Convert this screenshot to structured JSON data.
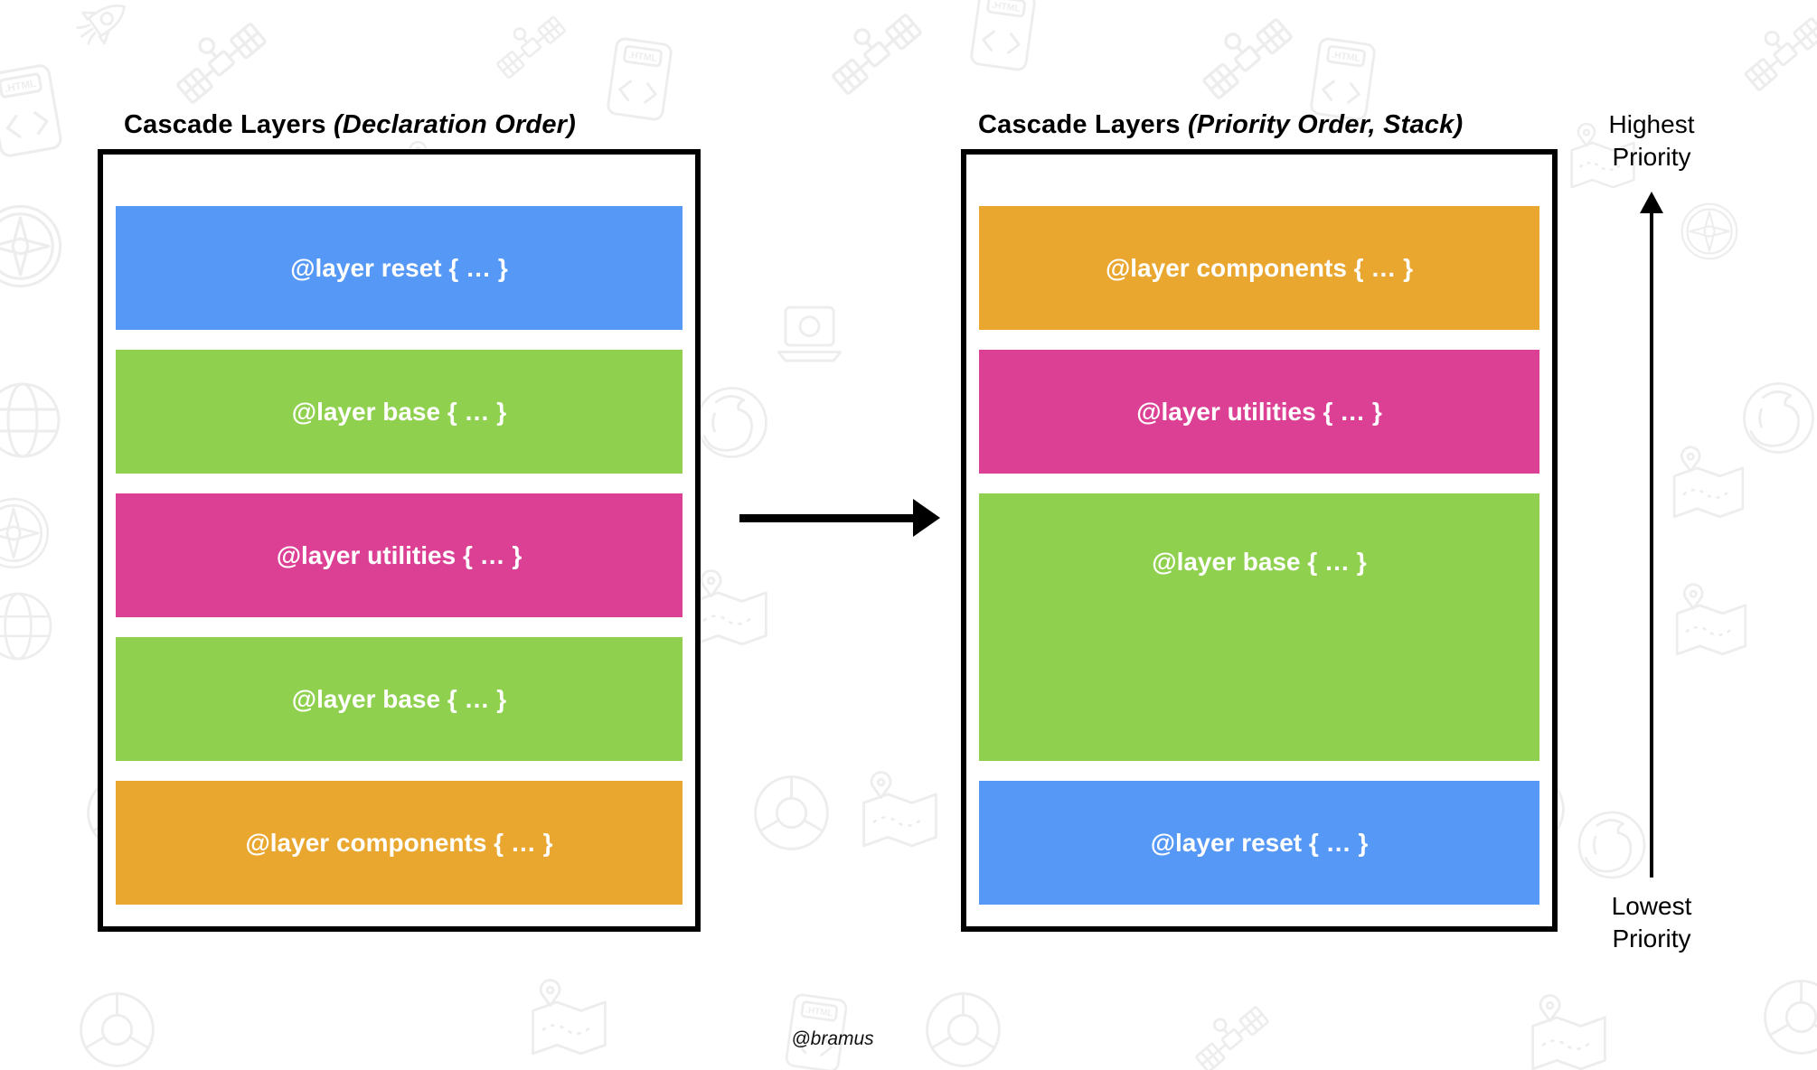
{
  "diagram": {
    "left_panel": {
      "title": "Cascade Layers",
      "title_note": "(Declaration Order)",
      "blocks": [
        {
          "name": "reset",
          "label": "@layer reset { … }",
          "color": "#5598F6",
          "span": 1
        },
        {
          "name": "base",
          "label": "@layer base { … }",
          "color": "#8FD14F",
          "span": 1
        },
        {
          "name": "utilities",
          "label": "@layer utilities { … }",
          "color": "#DC4095",
          "span": 1
        },
        {
          "name": "base",
          "label": "@layer base { … }",
          "color": "#8FD14F",
          "span": 1
        },
        {
          "name": "components",
          "label": "@layer components { … }",
          "color": "#E9A72F",
          "span": 1
        }
      ]
    },
    "right_panel": {
      "title": "Cascade Layers",
      "title_note": "(Priority Order, Stack)",
      "blocks": [
        {
          "name": "components",
          "label": "@layer components { … }",
          "color": "#E9A72F",
          "span": 1
        },
        {
          "name": "utilities",
          "label": "@layer utilities { … }",
          "color": "#DC4095",
          "span": 1
        },
        {
          "name": "base",
          "label": "@layer base { … }",
          "color": "#8FD14F",
          "span": 2
        },
        {
          "name": "reset",
          "label": "@layer reset { … }",
          "color": "#5598F6",
          "span": 1
        }
      ]
    },
    "priority_axis": {
      "highest": "Highest\nPriority",
      "lowest": "Lowest\nPriority"
    },
    "credit": "@bramus",
    "colors": {
      "blue": "#5598F6",
      "green": "#8FD14F",
      "magenta": "#DC4095",
      "orange": "#E9A72F",
      "ink": "#000000",
      "background": "#FFFFFF",
      "watermark": "#EDEDED"
    }
  },
  "background": {
    "watermark_icons": [
      "rocket",
      "html-file",
      "satellite",
      "compass",
      "map",
      "laptop",
      "firefox",
      "chrome",
      "globe"
    ]
  }
}
